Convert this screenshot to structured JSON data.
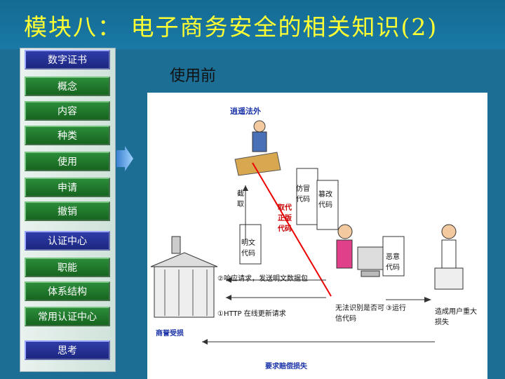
{
  "title": "模块八： 电子商务安全的相关知识(2)",
  "sidebar": {
    "items": [
      {
        "label": "数字证书",
        "style": "blue"
      },
      {
        "label": "概念",
        "style": "green"
      },
      {
        "label": "内容",
        "style": "green"
      },
      {
        "label": "种类",
        "style": "green"
      },
      {
        "label": "使用",
        "style": "green"
      },
      {
        "label": "申请",
        "style": "green"
      },
      {
        "label": "撤销",
        "style": "green"
      },
      {
        "label": "认证中心",
        "style": "blue"
      },
      {
        "label": "职能",
        "style": "green"
      },
      {
        "label": "体系结构",
        "style": "green"
      },
      {
        "label": "常用认证中心",
        "style": "green"
      },
      {
        "label": "思考",
        "style": "blue"
      }
    ]
  },
  "subtitle": "使用前",
  "diagram": {
    "hacker_label": "逍遥法外",
    "fake_code_label": "仿冒代码",
    "tamper_label": "篡改代码",
    "intercept_label": "截取",
    "replace_label": "取代正版代码",
    "plaintext_label": "明文代码",
    "malicious_label": "恶意代码",
    "response_label": "②响应请求，发送明文数据包",
    "request_label": "①HTTP 在线更新请求",
    "unable_label": "无法识别是否可信代码",
    "run_label": "③运行",
    "loss_label": "造成用户重大损失",
    "vendor_label": "商誉受损",
    "claim_label": "要求赔偿损失"
  }
}
